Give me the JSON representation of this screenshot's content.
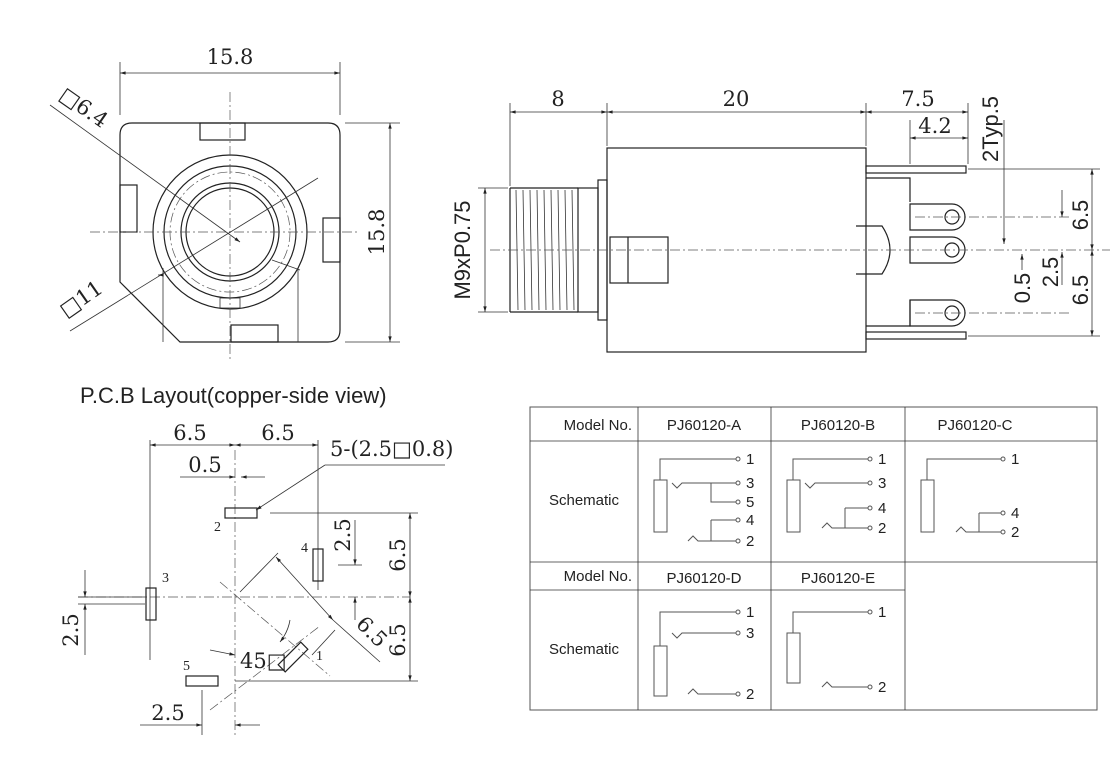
{
  "front_view": {
    "width_dim": "15.8",
    "height_dim": "15.8",
    "inner_diameter": "□6.4",
    "outer_diameter": "□11"
  },
  "side_view": {
    "thread_label": "M9xP0.75",
    "dim_thread_length": "8",
    "dim_body_length": "20",
    "dim_pin_length": "7.5",
    "dim_pin_short": "4.2",
    "dim_pin_typ": "2Typ.5",
    "dim_top_spacing": "6.5",
    "dim_center_offset": "2.5",
    "dim_small_offset": "0.5",
    "dim_bottom_spacing": "6.5"
  },
  "pcb_layout": {
    "title": "P.C.B Layout(copper-side view)",
    "dim_left": "6.5",
    "dim_right": "6.5",
    "dim_offset": "0.5",
    "pad_note": "5-(2.5□0.8)",
    "dim_pad4_offset": "2.5",
    "dim_upper": "6.5",
    "dim_lower": "6.5",
    "dim_diagonal": "6.5",
    "dim_left_offset": "2.5",
    "dim_bottom_offset": "2.5",
    "angle": "45□",
    "pads": [
      "1",
      "2",
      "3",
      "4",
      "5"
    ]
  },
  "model_table": {
    "header_label": "Model No.",
    "row_label": "Schematic",
    "models_row1": [
      "PJ60120-A",
      "PJ60120-B",
      "PJ60120-C"
    ],
    "models_row2": [
      "PJ60120-D",
      "PJ60120-E"
    ],
    "pins": {
      "A": [
        "1",
        "3",
        "5",
        "4",
        "2"
      ],
      "B": [
        "1",
        "3",
        "4",
        "2"
      ],
      "C": [
        "1",
        "4",
        "2"
      ],
      "D": [
        "1",
        "3",
        "2"
      ],
      "E": [
        "1",
        "2"
      ]
    }
  }
}
